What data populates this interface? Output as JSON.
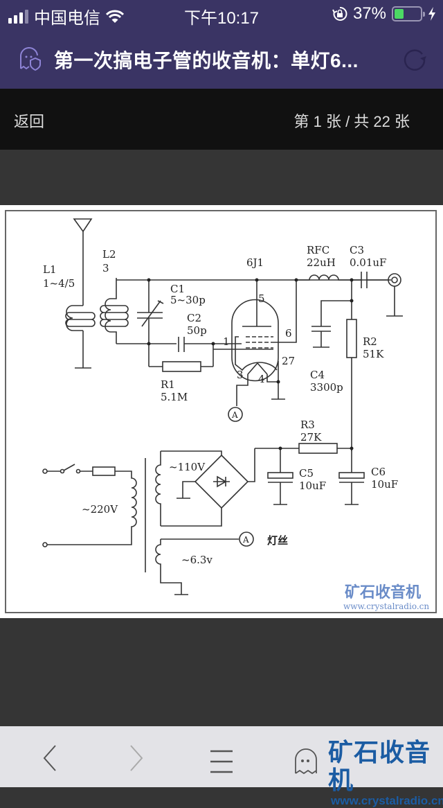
{
  "status_bar": {
    "carrier": "中国电信",
    "time": "下午10:17",
    "battery_percent": "37%",
    "battery_level": 0.37,
    "signal_bars": 3,
    "icons": [
      "signal-icon",
      "wifi-icon",
      "orientation-lock-icon",
      "battery-icon",
      "charging-icon"
    ]
  },
  "title_bar": {
    "title": "第一次搞电子管的收音机：单灯6...",
    "icons": [
      "ghost-shield-icon",
      "reload-icon"
    ]
  },
  "toolbar": {
    "back_label": "返回",
    "counter": "第 1 张 / 共 22 张",
    "current_page": 1,
    "total_pages": 22
  },
  "schematic": {
    "labels": {
      "L1": "L1",
      "L1_val": "1~4/5",
      "L2": "L2",
      "L2_val": "3",
      "C1": "C1",
      "C1_val": "5~30p",
      "C2": "C2",
      "C2_val": "50p",
      "R1": "R1",
      "R1_val": "5.1M",
      "tube": "6J1",
      "pin5": "5",
      "pin6": "6",
      "pin1": "1",
      "pin27": "27",
      "pin3": "3",
      "pin4": "4",
      "RFC": "RFC",
      "RFC_val": "22uH",
      "C3": "C3",
      "C3_val": "0.01uF",
      "R2": "R2",
      "R2_val": "51K",
      "C4": "C4",
      "C4_val": "3300p",
      "R3": "R3",
      "R3_val": "27K",
      "C5": "C5",
      "C5_val": "10uF",
      "C6": "C6",
      "C6_val": "10uF",
      "v110": "~110V",
      "v220": "~220V",
      "v63": "~6.3v",
      "A": "A",
      "filament": "灯丝"
    },
    "watermark_cn": "矿石收音机",
    "watermark_url": "www.crystalradio.cn"
  },
  "bottom_bar": {
    "icons": [
      "back-arrow-icon",
      "forward-arrow-icon",
      "menu-icon",
      "ghost-icon"
    ],
    "logo_cn": "矿石收音机",
    "logo_url": "www.crystalradio.cn"
  }
}
